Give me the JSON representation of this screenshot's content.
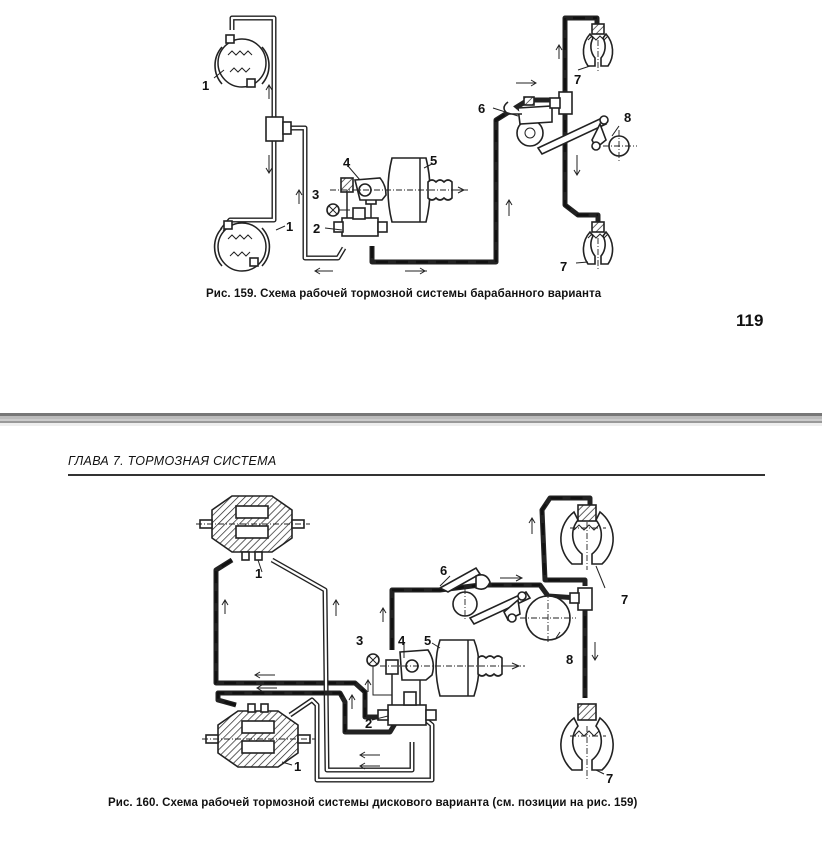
{
  "page": {
    "page_number": "119",
    "chapter_header": "ГЛАВА 7.  ТОРМОЗНАЯ СИСТЕМА"
  },
  "figures": [
    {
      "id": "fig159",
      "caption": "Рис. 159. Схема рабочей тормозной системы барабанного варианта",
      "labels": [
        "1",
        "1",
        "2",
        "3",
        "4",
        "5",
        "6",
        "7",
        "7",
        "8"
      ]
    },
    {
      "id": "fig160",
      "caption": "Рис. 160. Схема рабочей тормозной системы дискового варианта (см. позиции на рис. 159)",
      "labels": [
        "1",
        "1",
        "2",
        "3",
        "4",
        "5",
        "6",
        "7",
        "7",
        "8"
      ]
    }
  ],
  "icons": {
    "flow_arrow": "brake-fluid-flow-arrow",
    "drum_brake": "drum-brake-mechanism",
    "disc_brake": "disc-brake-caliper"
  }
}
